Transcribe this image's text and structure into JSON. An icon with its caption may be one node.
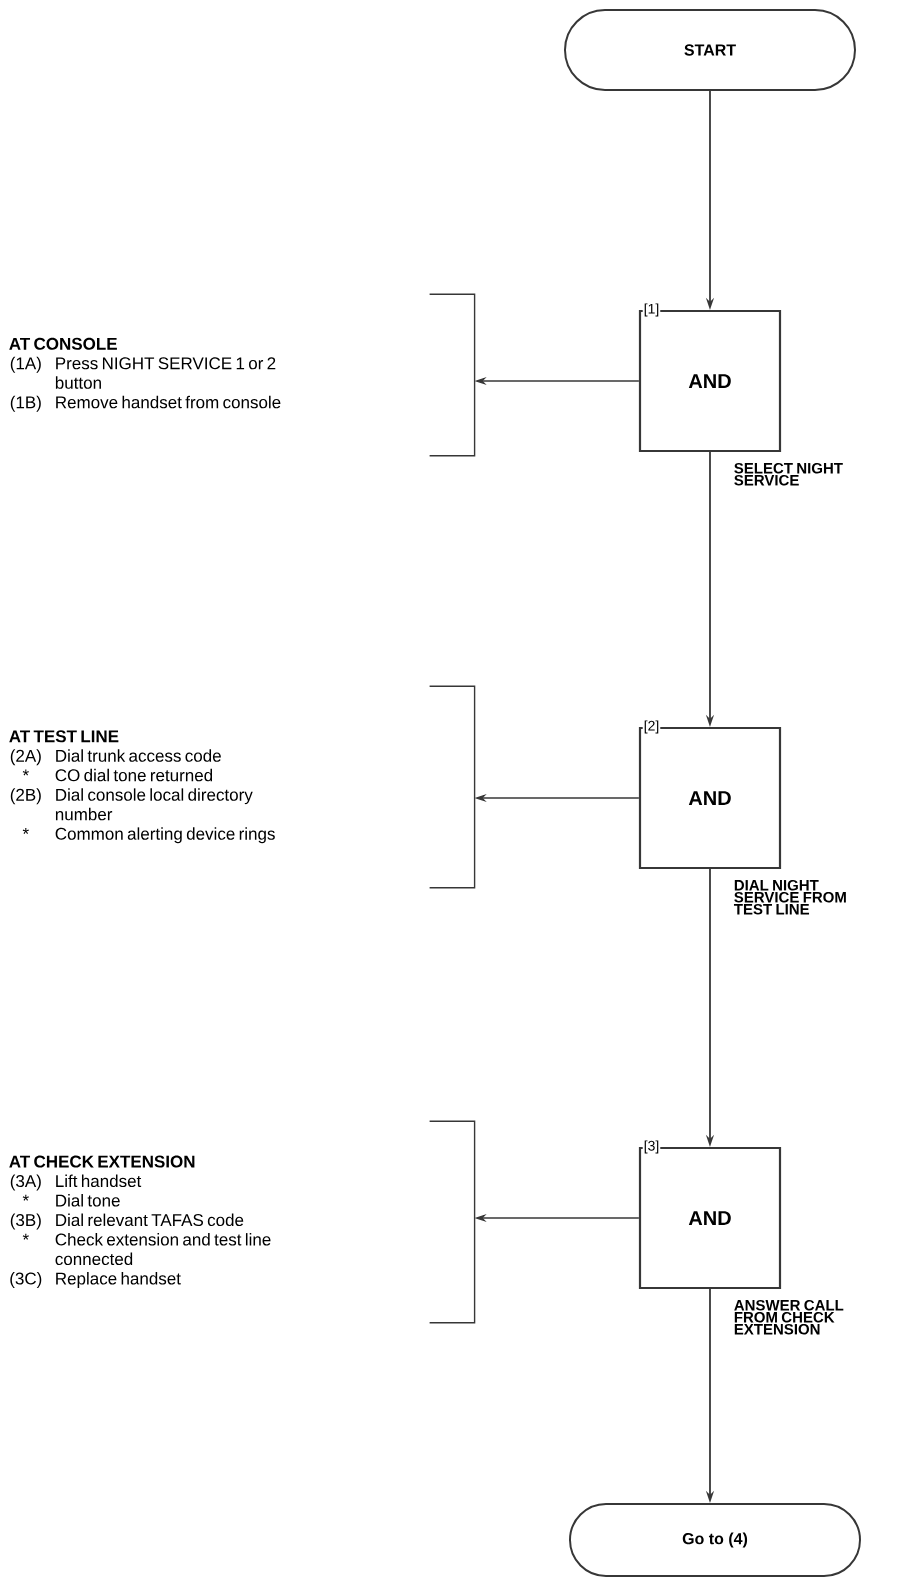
{
  "diagram": {
    "nodes": [
      {
        "text": [
          "START"
        ]
      },
      {
        "text": [
          "[1]",
          "AND"
        ]
      },
      {
        "text": [
          "AT CONSOLE",
          "(1A)",
          "Press NIGHT SERVICE 1 or 2 button",
          "(1B)",
          "Remove handset from console"
        ]
      },
      {
        "text": [
          "[2]",
          "AND"
        ]
      },
      {
        "text": [
          "AT TEST LINE",
          "(2A)",
          "Dial trunk access code",
          "*",
          "CO dial tone returned",
          "(2B)",
          "Dial console local directory number",
          "*",
          "Common alerting device rings"
        ]
      },
      {
        "text": [
          "[3]",
          "AND"
        ]
      },
      {
        "text": [
          "AT CHECK EXTENSION",
          "(3A)",
          "Lift handset",
          "*",
          "Dial tone",
          "(3B)",
          "Dial relevant TAFAS code",
          "*",
          "Check extension and test line connected",
          "(3C)",
          "Replace handset"
        ]
      },
      {
        "text": [
          "Go to (4)"
        ]
      }
    ],
    "edges": [
      {
        "from": 0,
        "to": 1,
        "arrow": "to"
      },
      {
        "from": 1,
        "to": 2,
        "arrow": "to"
      },
      {
        "from": 1,
        "to": 3,
        "arrow": "to",
        "label": "SELECT NIGHT SERVICE"
      },
      {
        "from": 3,
        "to": 4,
        "arrow": "to"
      },
      {
        "from": 3,
        "to": 5,
        "arrow": "to",
        "label": "DIAL NIGHT SERVICE FROM TEST LINE"
      },
      {
        "from": 5,
        "to": 6,
        "arrow": "to"
      },
      {
        "from": 5,
        "to": 7,
        "arrow": "to",
        "label": "ANSWER CALL FROM CHECK EXTENSION"
      }
    ]
  }
}
